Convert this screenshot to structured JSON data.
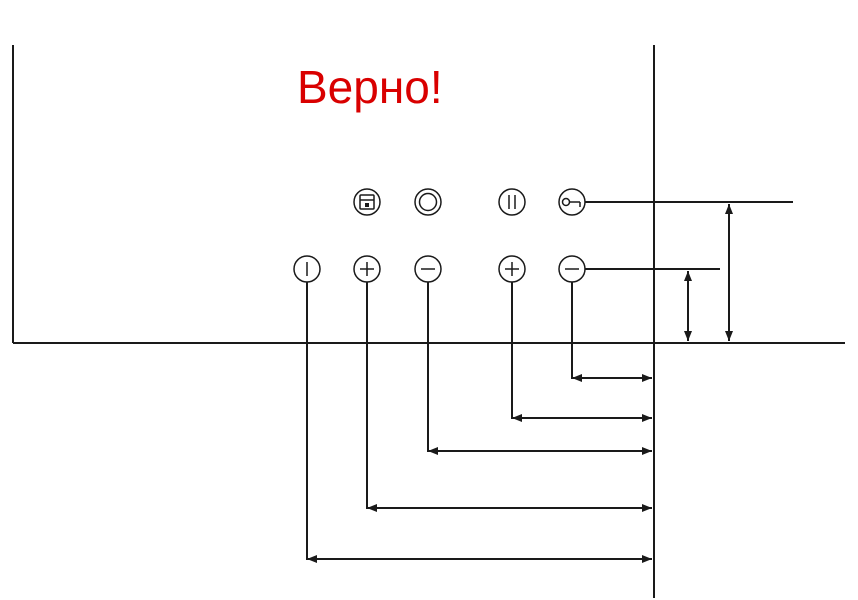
{
  "heading": {
    "text": "Верно!",
    "color": "#d90000"
  },
  "line_color": "#1a1a1a",
  "buttons": [
    {
      "id": "child-lock",
      "icon": "child-lock-icon",
      "row": "top"
    },
    {
      "id": "power-ring",
      "icon": "power-ring-icon",
      "row": "top"
    },
    {
      "id": "pause",
      "icon": "pause-icon",
      "row": "top"
    },
    {
      "id": "key-lock",
      "icon": "key-icon",
      "row": "top"
    },
    {
      "id": "on-off",
      "icon": "on-off-icon",
      "row": "bottom"
    },
    {
      "id": "plus-1",
      "icon": "plus-icon",
      "row": "bottom"
    },
    {
      "id": "minus-1",
      "icon": "minus-icon",
      "row": "bottom"
    },
    {
      "id": "plus-2",
      "icon": "plus-icon",
      "row": "bottom"
    },
    {
      "id": "minus-2",
      "icon": "minus-icon",
      "row": "bottom"
    }
  ]
}
